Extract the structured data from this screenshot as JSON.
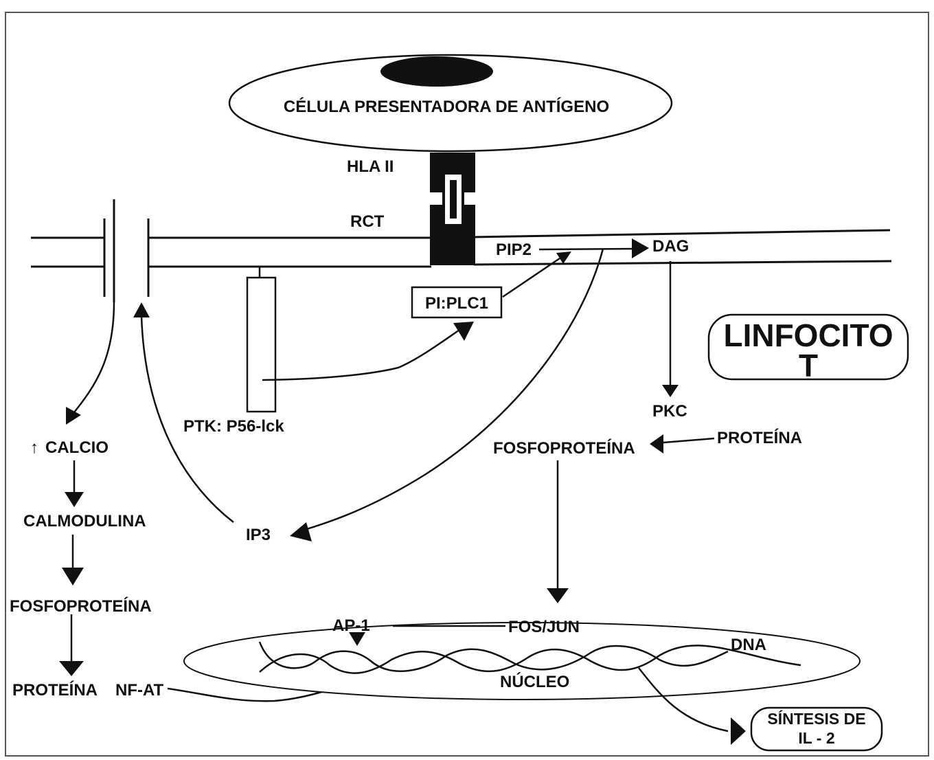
{
  "labels": {
    "apc": "CÉLULA PRESENTADORA DE ANTÍGENO",
    "hla": "HLA II",
    "rct": "RCT",
    "pip2": "PIP2",
    "dag": "DAG",
    "plc": "PI:PLC1",
    "ptk": "PTK: P56-lck",
    "pkc": "PKC",
    "proteina_right": "PROTEÍNA",
    "fosfo_right": "FOSFOPROTEÍNA",
    "calcio": "CALCIO",
    "calcio_arrow": "↑",
    "calmodulina": "CALMODULINA",
    "fosfo_left": "FOSFOPROTEÍNA",
    "proteina_left": "PROTEÍNA",
    "nfat": "NF-AT",
    "ip3": "IP3",
    "ap1": "AP-1",
    "fosjun": "FOS/JUN",
    "dna": "DNA",
    "nucleo": "NÚCLEO",
    "linfocito_line1": "LINFOCITO",
    "linfocito_line2": "T",
    "sintesis_line1": "SÍNTESIS DE",
    "sintesis_line2": "IL - 2"
  },
  "colors": {
    "ink": "#111111",
    "background": "#ffffff"
  }
}
